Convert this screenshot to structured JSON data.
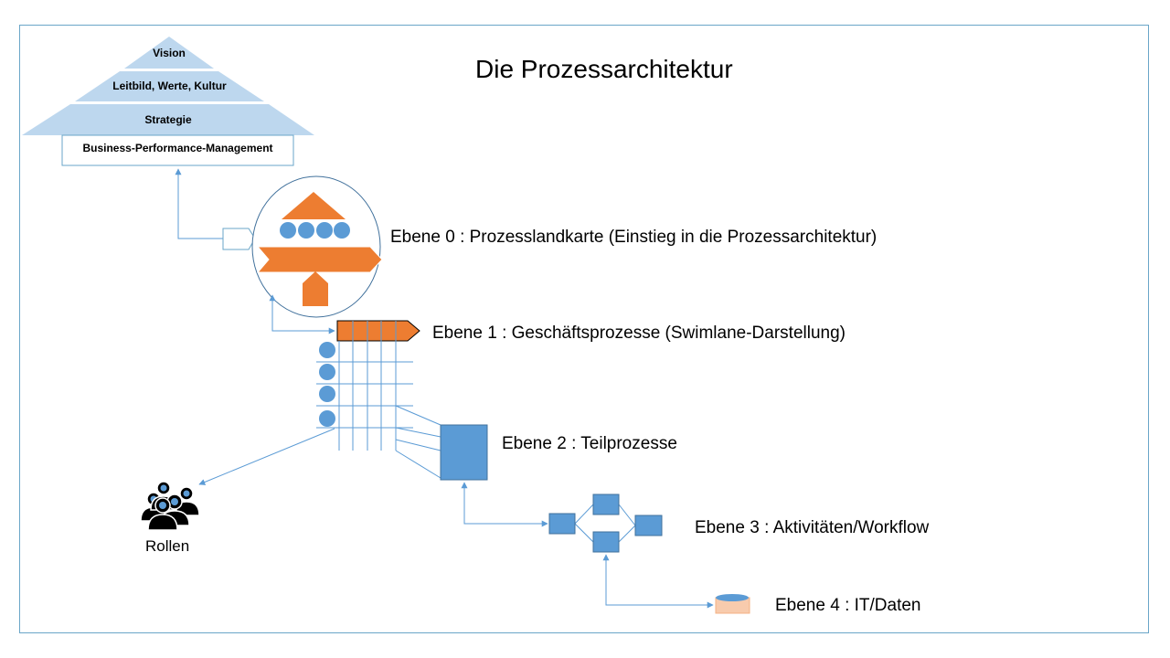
{
  "title": "Die Prozessarchitektur",
  "pyramid": {
    "vision": "Vision",
    "leitbild": "Leitbild, Werte, Kultur",
    "strategie": "Strategie",
    "bpm": "Business-Performance-Management"
  },
  "levels": {
    "level0": "Ebene 0 : Prozesslandkarte  (Einstieg in die Prozessarchitektur)",
    "level1": "Ebene 1 : Geschäftsprozesse  (Swimlane-Darstellung)",
    "level2": "Ebene 2 : Teilprozesse",
    "level3": "Ebene 3 : Aktivitäten/Workflow",
    "level4": "Ebene 4 : IT/Daten"
  },
  "roles_label": "Rollen",
  "colors": {
    "frame": "#6aa6c8",
    "pyramid": "#bdd7ee",
    "orange": "#ed7d31",
    "blue": "#5b9bd5",
    "connector": "#5b9bd5",
    "db_body": "#f8cbad",
    "people": "#000000"
  }
}
